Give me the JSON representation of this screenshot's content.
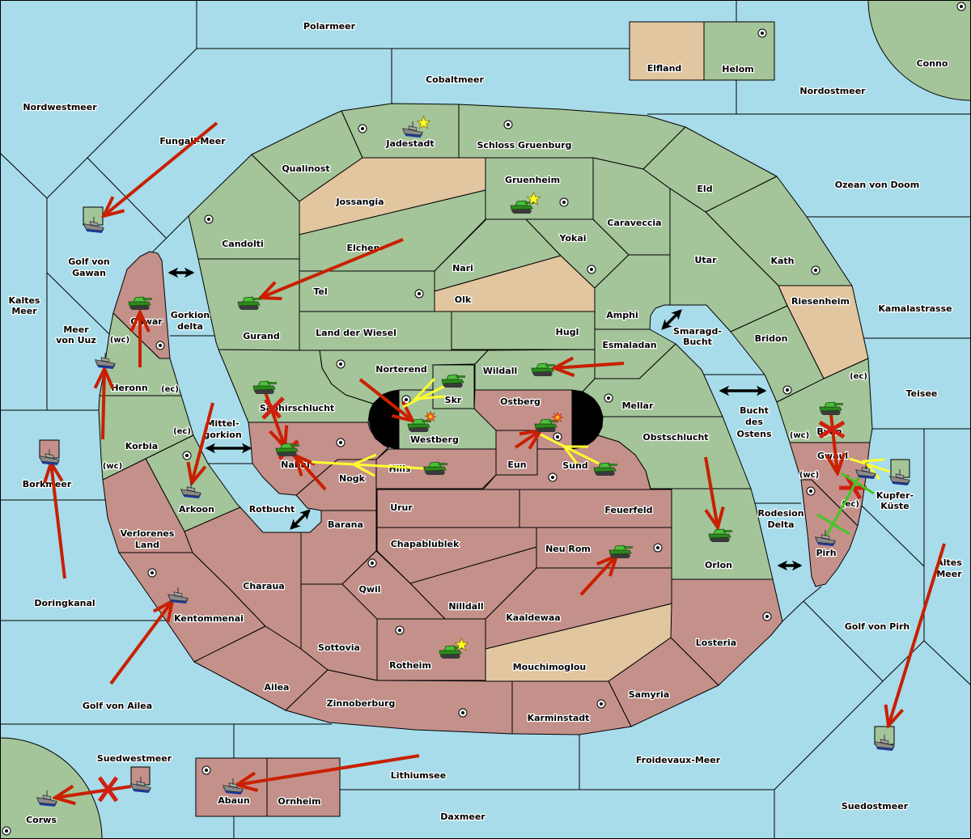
{
  "colors": {
    "sea": "#a8dcea",
    "green_power": "#a4c49a",
    "pink_power": "#c4908a",
    "neutral": "#e2c6a0",
    "move_order": "#c82000",
    "support_order": "#ffff30",
    "convoy_order": "#40c820",
    "failed_mark": "#d02010",
    "border": "#000000"
  },
  "territories": {
    "polarmeer": {
      "name": "Polarmeer",
      "type": "sea"
    },
    "cobaltmeer": {
      "name": "Cobaltmeer",
      "type": "sea"
    },
    "nordwestmeer": {
      "name": "Nordwestmeer",
      "type": "sea"
    },
    "nordostmeer": {
      "name": "Nordostmeer",
      "type": "sea"
    },
    "fungali_meer": {
      "name": "Fungali-Meer",
      "type": "sea"
    },
    "ozean_von_doom": {
      "name": "Ozean von Doom",
      "type": "sea"
    },
    "golf_von_gawan": {
      "name": "Golf von Gawan",
      "type": "sea",
      "label_lines": [
        "Golf von",
        "Gawan"
      ]
    },
    "kaltes_meer": {
      "name": "Kaltes Meer",
      "type": "sea",
      "label_lines": [
        "Kaltes",
        "Meer"
      ]
    },
    "meer_von_uuz": {
      "name": "Meer von Uuz",
      "type": "sea",
      "label_lines": [
        "Meer",
        "von Uuz"
      ]
    },
    "gorkion_delta": {
      "name": "Gorkion delta",
      "type": "sea",
      "label_lines": [
        "Gorkion",
        "delta"
      ]
    },
    "mittelgorkion": {
      "name": "Mittelgorkion",
      "type": "sea",
      "label_lines": [
        "Mittel-",
        "gorkion"
      ]
    },
    "kamalastrasse": {
      "name": "Kamalastrasse",
      "type": "sea"
    },
    "smaragd_bucht": {
      "name": "Smaragd-Bucht",
      "type": "sea",
      "label_lines": [
        "Smaragd-",
        "Bucht"
      ]
    },
    "teisee": {
      "name": "Teisee",
      "type": "sea"
    },
    "bucht_des_ostens": {
      "name": "Bucht des Ostens",
      "type": "sea",
      "label_lines": [
        "Bucht",
        "des",
        "Ostens"
      ]
    },
    "borkmeer": {
      "name": "Borkmeer",
      "type": "sea"
    },
    "kupfer_kueste": {
      "name": "Kupfer-Küste",
      "type": "sea",
      "label_lines": [
        "Kupfer-",
        "Küste"
      ]
    },
    "rotbucht": {
      "name": "Rotbucht",
      "type": "sea"
    },
    "rodesion_delta": {
      "name": "Rodesion Delta",
      "type": "sea",
      "label_lines": [
        "Rodesion",
        "Delta"
      ]
    },
    "altes_meer": {
      "name": "Altes Meer",
      "type": "sea",
      "label_lines": [
        "Altes",
        "Meer"
      ]
    },
    "doringkanal": {
      "name": "Doringkanal",
      "type": "sea"
    },
    "golf_von_pirh": {
      "name": "Golf von Pirh",
      "type": "sea"
    },
    "golf_von_ailea": {
      "name": "Golf von Ailea",
      "type": "sea"
    },
    "froidevaux_meer": {
      "name": "Froidevaux-Meer",
      "type": "sea"
    },
    "suedwestmeer": {
      "name": "Suedwestmeer",
      "type": "sea"
    },
    "lithiumsee": {
      "name": "Lithiumsee",
      "type": "sea"
    },
    "suedostmeer": {
      "name": "Suedostmeer",
      "type": "sea"
    },
    "daxmeer": {
      "name": "Daxmeer",
      "type": "sea"
    },
    "elfland": {
      "name": "Elfland",
      "type": "land",
      "control": "neutral"
    },
    "helom": {
      "name": "Helom",
      "type": "land",
      "control": "green_power",
      "supply_center": true
    },
    "conno": {
      "name": "Conno",
      "type": "land",
      "control": "green_power",
      "supply_center": true
    },
    "jadestadt": {
      "name": "Jadestadt",
      "type": "land",
      "control": "green_power",
      "supply_center": true
    },
    "schloss_gruenburg": {
      "name": "Schloss Gruenburg",
      "type": "land",
      "control": "green_power",
      "supply_center": true
    },
    "qualinost": {
      "name": "Qualinost",
      "type": "land",
      "control": "green_power"
    },
    "gruenheim": {
      "name": "Gruenheim",
      "type": "land",
      "control": "green_power",
      "supply_center": true
    },
    "eld": {
      "name": "Eld",
      "type": "land",
      "control": "green_power"
    },
    "jossangia": {
      "name": "Jossangia",
      "type": "land",
      "control": "neutral"
    },
    "caraveccia": {
      "name": "Caraveccia",
      "type": "land",
      "control": "green_power"
    },
    "candolti": {
      "name": "Candolti",
      "type": "land",
      "control": "green_power",
      "supply_center": true
    },
    "yokai": {
      "name": "Yokai",
      "type": "land",
      "control": "green_power",
      "supply_center": true
    },
    "elchen": {
      "name": "Elchen",
      "type": "land",
      "control": "green_power"
    },
    "utar": {
      "name": "Utar",
      "type": "land",
      "control": "green_power"
    },
    "kath": {
      "name": "Kath",
      "type": "land",
      "control": "green_power",
      "supply_center": true
    },
    "nari": {
      "name": "Nari",
      "type": "land",
      "control": "green_power"
    },
    "tel": {
      "name": "Tel",
      "type": "land",
      "control": "green_power",
      "supply_center": true
    },
    "olk": {
      "name": "Olk",
      "type": "land",
      "control": "neutral"
    },
    "riesenheim": {
      "name": "Riesenheim",
      "type": "land",
      "control": "neutral"
    },
    "amphi": {
      "name": "Amphi",
      "type": "land",
      "control": "green_power"
    },
    "gawar": {
      "name": "Gawar",
      "type": "land",
      "control": "pink_power",
      "supply_center": true
    },
    "land_der_wiesel": {
      "name": "Land der Wiesel",
      "type": "land",
      "control": "green_power"
    },
    "hugl": {
      "name": "Hugl",
      "type": "land",
      "control": "green_power"
    },
    "gurand": {
      "name": "Gurand",
      "type": "land",
      "control": "green_power"
    },
    "bridon": {
      "name": "Bridon",
      "type": "land",
      "control": "green_power",
      "supply_center": true
    },
    "esmaladan": {
      "name": "Esmaladan",
      "type": "land",
      "control": "green_power"
    },
    "norterend": {
      "name": "Norterend",
      "type": "land",
      "control": "green_power",
      "supply_center": true
    },
    "wildall": {
      "name": "Wildall",
      "type": "land",
      "control": "green_power"
    },
    "heronn": {
      "name": "Heronn",
      "type": "land",
      "control": "green_power",
      "coast_labels": [
        "(wc)",
        "(ec)"
      ]
    },
    "skr": {
      "name": "Skr",
      "type": "land",
      "control": "green_power"
    },
    "ostberg": {
      "name": "Ostberg",
      "type": "land",
      "control": "pink_power",
      "supply_center": true
    },
    "mellar": {
      "name": "Mellar",
      "type": "land",
      "control": "green_power",
      "supply_center": true
    },
    "saphirschlucht": {
      "name": "Saphirschlucht",
      "type": "land",
      "control": "green_power"
    },
    "bynn": {
      "name": "Bynn",
      "type": "land",
      "control": "green_power",
      "coast_labels": [
        "(ec)",
        "(wc)"
      ]
    },
    "westberg": {
      "name": "Westberg",
      "type": "land",
      "control": "green_power",
      "supply_center": true
    },
    "obstschlucht": {
      "name": "Obstschlucht",
      "type": "land",
      "control": "green_power"
    },
    "korbia": {
      "name": "Korbia",
      "type": "land",
      "control": "green_power",
      "coast_labels": [
        "(ec)",
        "(wc)"
      ]
    },
    "nabai": {
      "name": "Nabai",
      "type": "land",
      "control": "pink_power",
      "supply_center": true
    },
    "eun": {
      "name": "Eun",
      "type": "land",
      "control": "pink_power"
    },
    "hills": {
      "name": "Hills",
      "type": "land",
      "control": "pink_power"
    },
    "sund": {
      "name": "Sund",
      "type": "land",
      "control": "pink_power",
      "supply_center": true
    },
    "gwaul": {
      "name": "Gwaul",
      "type": "land",
      "control": "pink_power",
      "coast_labels": [
        "(wc)",
        "(ec)"
      ]
    },
    "nogk": {
      "name": "Nogk",
      "type": "land",
      "control": "pink_power"
    },
    "urur": {
      "name": "Urur",
      "type": "land",
      "control": "pink_power"
    },
    "feuerfeld": {
      "name": "Feuerfeld",
      "type": "land",
      "control": "pink_power"
    },
    "arkoon": {
      "name": "Arkoon",
      "type": "land",
      "control": "green_power",
      "supply_center": true
    },
    "barana": {
      "name": "Barana",
      "type": "land",
      "control": "pink_power"
    },
    "verlorenes_land": {
      "name": "Verlorenes Land",
      "type": "land",
      "control": "pink_power",
      "label_lines": [
        "Verlorenes",
        "Land"
      ]
    },
    "chapablublek": {
      "name": "Chapablublek",
      "type": "land",
      "control": "pink_power"
    },
    "neu_rom": {
      "name": "Neu Rom",
      "type": "land",
      "control": "pink_power",
      "supply_center": true
    },
    "pirh": {
      "name": "Pirh",
      "type": "land",
      "control": "pink_power",
      "supply_center": true
    },
    "orlon": {
      "name": "Orlon",
      "type": "land",
      "control": "green_power"
    },
    "qwil": {
      "name": "Qwil",
      "type": "land",
      "control": "pink_power",
      "supply_center": true
    },
    "charaua": {
      "name": "Charaua",
      "type": "land",
      "control": "pink_power"
    },
    "nilldall": {
      "name": "Nilldall",
      "type": "land",
      "control": "pink_power"
    },
    "kaaldewaa": {
      "name": "Kaaldewaa",
      "type": "land",
      "control": "pink_power"
    },
    "kentommenai": {
      "name": "Kentommenai",
      "type": "land",
      "control": "pink_power",
      "supply_center": true
    },
    "sottovia": {
      "name": "Sottovia",
      "type": "land",
      "control": "pink_power"
    },
    "losteria": {
      "name": "Losteria",
      "type": "land",
      "control": "pink_power",
      "supply_center": true
    },
    "rotheim": {
      "name": "Rotheim",
      "type": "land",
      "control": "pink_power",
      "supply_center": true
    },
    "mouchimoglou": {
      "name": "Mouchimoglou",
      "type": "land",
      "control": "neutral"
    },
    "ailea": {
      "name": "Ailea",
      "type": "land",
      "control": "pink_power"
    },
    "samyria": {
      "name": "Samyria",
      "type": "land",
      "control": "pink_power"
    },
    "zinnoberburg": {
      "name": "Zinnoberburg",
      "type": "land",
      "control": "pink_power",
      "supply_center": true
    },
    "karminstadt": {
      "name": "Karminstadt",
      "type": "land",
      "control": "pink_power",
      "supply_center": true
    },
    "abaun": {
      "name": "Abaun",
      "type": "land",
      "control": "pink_power",
      "supply_center": true
    },
    "ornheim": {
      "name": "Ornheim",
      "type": "land",
      "control": "pink_power"
    },
    "corws": {
      "name": "Corws",
      "type": "land",
      "control": "green_power",
      "supply_center": true
    }
  },
  "units": [
    {
      "type": "fleet",
      "icon": "ship-icon",
      "location": "Golf von Gawan",
      "ownership_marker": "green_power"
    },
    {
      "type": "fleet",
      "icon": "ship-icon",
      "location": "Jadestadt",
      "marker": "star"
    },
    {
      "type": "fleet",
      "icon": "ship-icon",
      "location": "Heronn (wc)"
    },
    {
      "type": "fleet",
      "icon": "ship-icon",
      "location": "Borkmeer",
      "ownership_marker": "pink_power"
    },
    {
      "type": "fleet",
      "icon": "ship-icon",
      "location": "Arkoon"
    },
    {
      "type": "fleet",
      "icon": "ship-icon",
      "location": "Kentommenai"
    },
    {
      "type": "fleet",
      "icon": "ship-icon",
      "location": "Corws"
    },
    {
      "type": "fleet",
      "icon": "ship-icon",
      "location": "Suedwestmeer",
      "ownership_marker": "pink_power"
    },
    {
      "type": "fleet",
      "icon": "ship-icon",
      "location": "Abaun"
    },
    {
      "type": "fleet",
      "icon": "ship-icon",
      "location": "Gwaul (ec)"
    },
    {
      "type": "fleet",
      "icon": "ship-icon",
      "location": "Kupfer-Küste",
      "ownership_marker": "green_power"
    },
    {
      "type": "fleet",
      "icon": "ship-icon",
      "location": "Pirh"
    },
    {
      "type": "fleet",
      "icon": "ship-icon",
      "location": "Suedostmeer",
      "ownership_marker": "green_power"
    },
    {
      "type": "army",
      "icon": "tank-icon",
      "location": "Gawar"
    },
    {
      "type": "army",
      "icon": "tank-icon",
      "location": "Gurand"
    },
    {
      "type": "army",
      "icon": "tank-icon",
      "location": "Gruenheim",
      "marker": "star"
    },
    {
      "type": "army",
      "icon": "tank-icon",
      "location": "Saphirschlucht"
    },
    {
      "type": "army",
      "icon": "tank-icon",
      "location": "Skr"
    },
    {
      "type": "army",
      "icon": "tank-icon",
      "location": "Westberg",
      "marker": "explosion"
    },
    {
      "type": "army",
      "icon": "tank-icon",
      "location": "Nabai",
      "marker": "dislodged"
    },
    {
      "type": "army",
      "icon": "tank-icon",
      "location": "Hills"
    },
    {
      "type": "army",
      "icon": "tank-icon",
      "location": "Wildall"
    },
    {
      "type": "army",
      "icon": "tank-icon",
      "location": "Ostberg",
      "marker": "explosion"
    },
    {
      "type": "army",
      "icon": "tank-icon",
      "location": "Sund"
    },
    {
      "type": "army",
      "icon": "tank-icon",
      "location": "Bynn"
    },
    {
      "type": "army",
      "icon": "tank-icon",
      "location": "Orlon"
    },
    {
      "type": "army",
      "icon": "tank-icon",
      "location": "Neu Rom"
    },
    {
      "type": "army",
      "icon": "tank-icon",
      "location": "Rotheim",
      "marker": "star"
    }
  ],
  "orders": [
    {
      "type": "move",
      "from": "Fungali-Meer",
      "to": "Golf von Gawan"
    },
    {
      "type": "move",
      "from": "Elchen",
      "to": "Gurand"
    },
    {
      "type": "move",
      "from": "Heronn",
      "to": "Gawar"
    },
    {
      "type": "move",
      "from": "Korbia (wc)",
      "to": "Heronn (wc)"
    },
    {
      "type": "move",
      "from": "Doringkanal",
      "to": "Borkmeer"
    },
    {
      "type": "move",
      "from": "Mittelgorkion",
      "to": "Arkoon"
    },
    {
      "type": "move",
      "from": "Golf von Ailea",
      "to": "Kentommenai"
    },
    {
      "type": "move",
      "from": "Lithiumsee",
      "to": "Abaun"
    },
    {
      "type": "move",
      "from": "Suedwestmeer",
      "to": "Corws",
      "result": "failed"
    },
    {
      "type": "move",
      "from": "Norterend",
      "to": "Westberg"
    },
    {
      "type": "move",
      "from": "Saphirschlucht",
      "to": "Nabai",
      "result": "failed"
    },
    {
      "type": "move",
      "from": "Nogk",
      "to": "Nabai"
    },
    {
      "type": "move",
      "from": "Esmaladan",
      "to": "Wildall"
    },
    {
      "type": "move",
      "from": "Eun",
      "to": "Ostberg"
    },
    {
      "type": "move",
      "from": "Obstschlucht",
      "to": "Orlon"
    },
    {
      "type": "move",
      "from": "Kaaldewaa",
      "to": "Neu Rom"
    },
    {
      "type": "move",
      "from": "Altes Meer",
      "to": "Suedostmeer"
    },
    {
      "type": "move",
      "from": "Bynn",
      "to": "Gwaul",
      "result": "failed"
    },
    {
      "type": "support",
      "from": "Skr",
      "to": "Westberg"
    },
    {
      "type": "support",
      "from": "Hills",
      "to": "Nabai"
    },
    {
      "type": "support",
      "from": "Sund",
      "to": "Ostberg"
    },
    {
      "type": "support",
      "from": "Kupfer-Küste",
      "to": "Gwaul"
    },
    {
      "type": "convoy",
      "from": "Pirh",
      "to": "Gwaul",
      "result": "failed"
    }
  ],
  "connections": [
    {
      "type": "canal",
      "between": [
        "Westberg",
        "Norterend"
      ]
    },
    {
      "type": "canal",
      "between": [
        "Ostberg",
        "Mellar"
      ]
    },
    {
      "type": "crossing",
      "at": "Gorkion delta"
    },
    {
      "type": "crossing",
      "at": "Mittelgorkion"
    },
    {
      "type": "crossing",
      "at": "Rotbucht"
    },
    {
      "type": "crossing",
      "at": "Smaragd-Bucht"
    },
    {
      "type": "crossing",
      "at": "Bucht des Ostens"
    },
    {
      "type": "crossing",
      "at": "Rodesion Delta"
    }
  ]
}
